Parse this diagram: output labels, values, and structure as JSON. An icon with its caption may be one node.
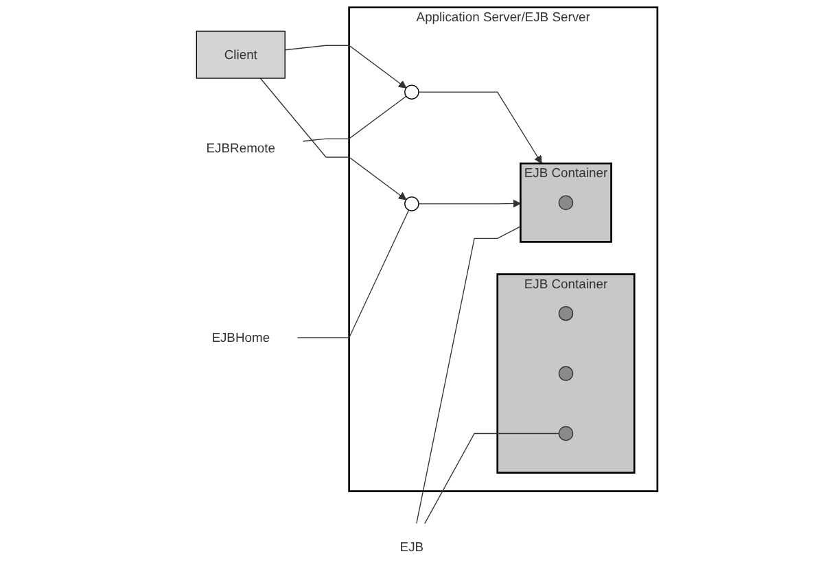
{
  "diagram": {
    "nodes": [
      {
        "text": [
          "Application Server/EJB Server"
        ]
      },
      {
        "text": [
          "EJB Container"
        ],
        "in": 0
      },
      {
        "text": [],
        "shape": "ellipse",
        "in": 1
      },
      {
        "text": [],
        "shape": "ellipse",
        "in": 1
      },
      {
        "text": [],
        "shape": "ellipse",
        "in": 1
      },
      {
        "text": [
          "EJB Container"
        ],
        "in": 0
      },
      {
        "text": [],
        "shape": "ellipse",
        "in": 5
      },
      {
        "text": [],
        "shape": "ellipse",
        "in": 0
      },
      {
        "text": [],
        "shape": "ellipse",
        "in": 0
      },
      {
        "text": [
          "Client"
        ]
      },
      {
        "text": [
          "EJBRemote"
        ]
      },
      {
        "text": [
          "EJBHome"
        ]
      },
      {
        "text": [
          "EJB"
        ]
      }
    ],
    "edges": [
      {
        "from": 9,
        "to": 7,
        "arrow": "to"
      },
      {
        "from": 9,
        "to": 8,
        "arrow": "to"
      },
      {
        "from": 7,
        "to": 5,
        "arrow": "to"
      },
      {
        "from": 8,
        "to": 5,
        "arrow": "to"
      },
      {
        "from": 10,
        "to": 7,
        "arrow": "none"
      },
      {
        "from": 11,
        "to": 8,
        "arrow": "none"
      },
      {
        "from": 12,
        "to": 4,
        "arrow": "none"
      },
      {
        "from": 12,
        "to": 5,
        "arrow": "none"
      }
    ]
  }
}
